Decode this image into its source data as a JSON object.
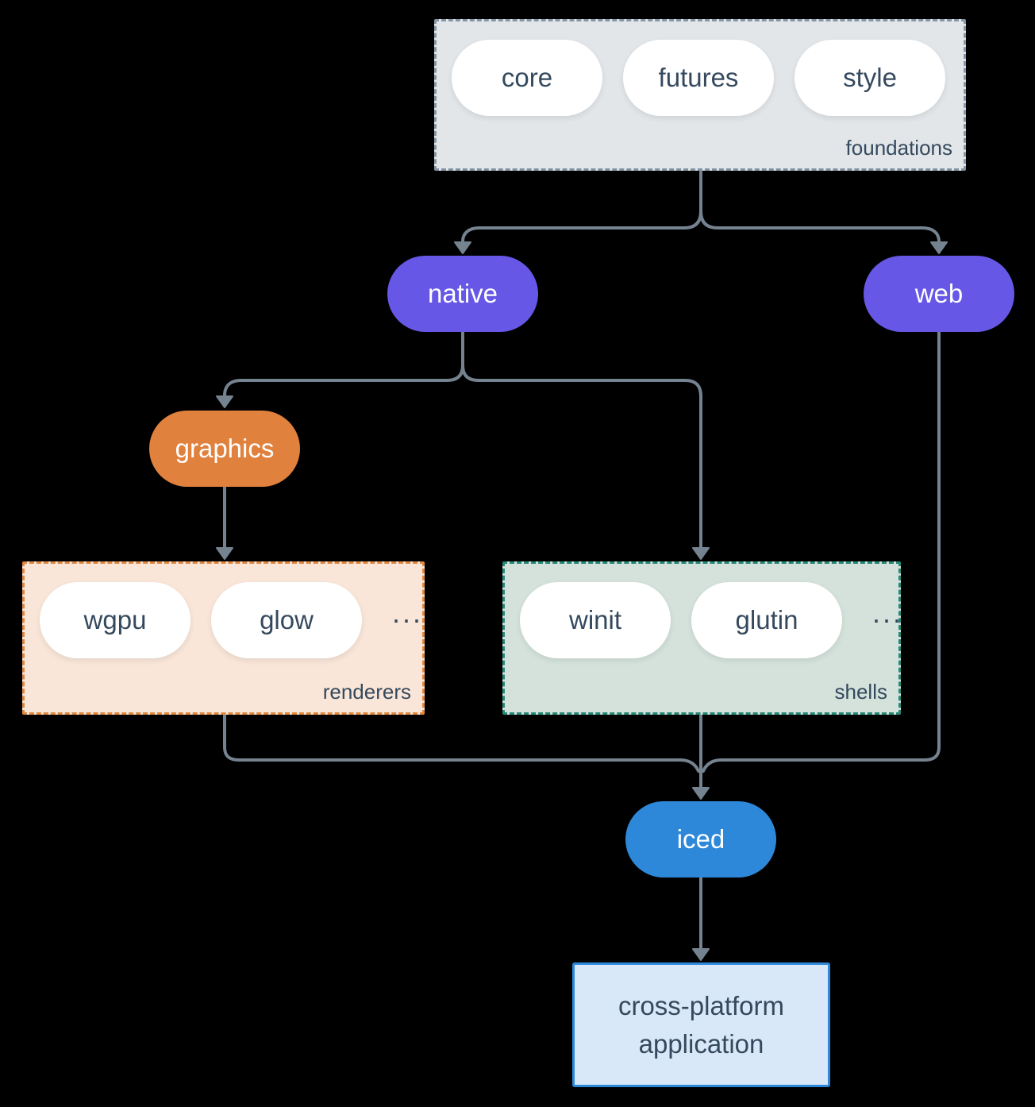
{
  "colors": {
    "background": "#000000",
    "arrow": "#75828F",
    "purple": "#6657E6",
    "orange": "#E0813D",
    "blue": "#2E88D9",
    "foundations_fill": "#E2E6E9",
    "foundations_border": "#8496A6",
    "renderers_fill": "#F9E6D8",
    "renderers_border": "#E08840",
    "shells_fill": "#D4E2DB",
    "shells_border": "#268976",
    "app_fill": "#D8E8F8",
    "app_border": "#2E88D9",
    "pill_fill": "#FFFFFF",
    "text": "#35495E"
  },
  "diagram": {
    "foundations": {
      "label": "foundations",
      "items": [
        "core",
        "futures",
        "style"
      ]
    },
    "native": {
      "label": "native"
    },
    "web": {
      "label": "web"
    },
    "graphics": {
      "label": "graphics"
    },
    "renderers": {
      "label": "renderers",
      "items": [
        "wgpu",
        "glow"
      ],
      "ellipsis": "..."
    },
    "shells": {
      "label": "shells",
      "items": [
        "winit",
        "glutin"
      ],
      "ellipsis": "..."
    },
    "iced": {
      "label": "iced"
    },
    "application": {
      "label": "cross-platform application"
    },
    "edges": [
      {
        "from": "foundations",
        "to": "native"
      },
      {
        "from": "foundations",
        "to": "web"
      },
      {
        "from": "native",
        "to": "graphics"
      },
      {
        "from": "native",
        "to": "shells"
      },
      {
        "from": "graphics",
        "to": "renderers"
      },
      {
        "from": "renderers",
        "to": "iced"
      },
      {
        "from": "shells",
        "to": "iced"
      },
      {
        "from": "web",
        "to": "iced"
      },
      {
        "from": "iced",
        "to": "application"
      }
    ]
  }
}
